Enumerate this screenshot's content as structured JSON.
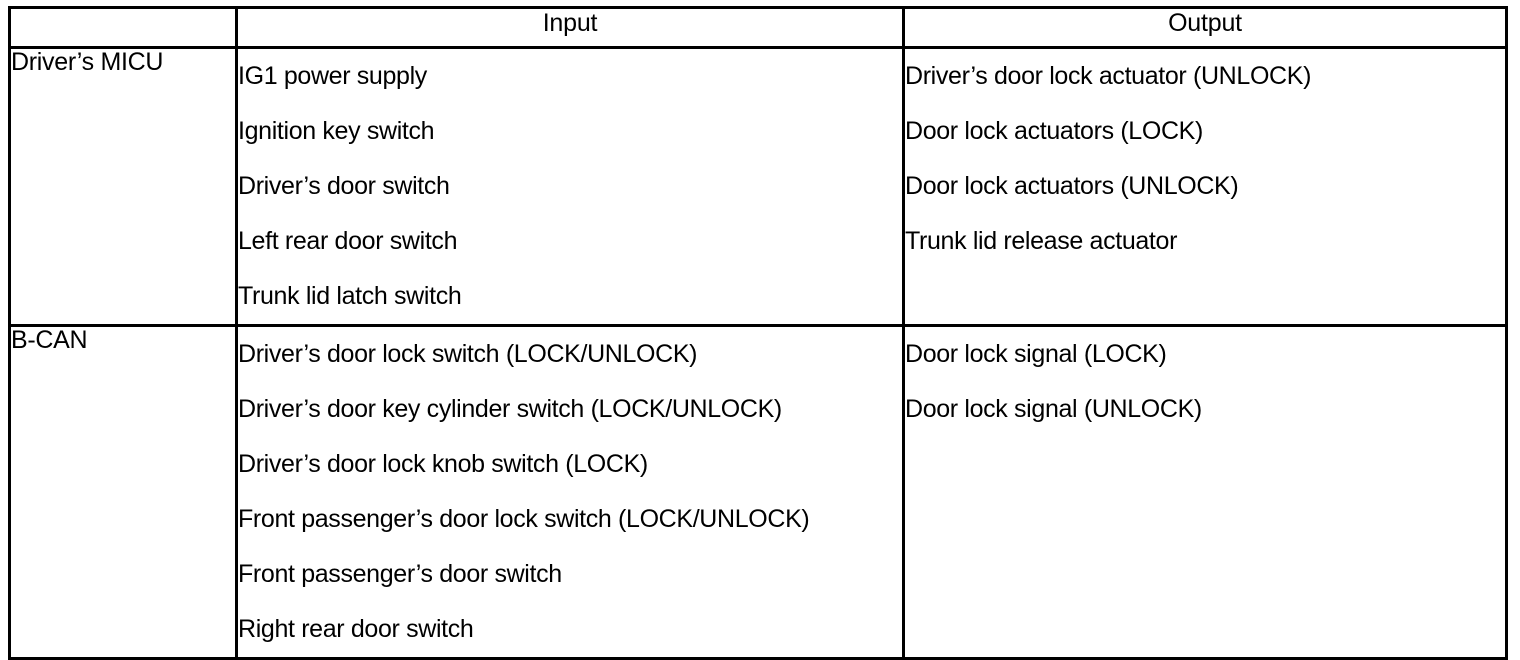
{
  "table": {
    "headers": {
      "unit": "",
      "input": "Input",
      "output": "Output"
    },
    "rows": [
      {
        "unit": "Driver’s MICU",
        "inputs": [
          "IG1 power supply",
          "Ignition key switch",
          "Driver’s door switch",
          "Left rear door switch",
          "Trunk lid latch switch"
        ],
        "outputs": [
          "Driver’s door lock actuator (UNLOCK)",
          "Door lock actuators (LOCK)",
          "Door lock actuators (UNLOCK)",
          "Trunk lid release actuator"
        ]
      },
      {
        "unit": "B-CAN",
        "inputs": [
          "Driver’s door lock switch (LOCK/UNLOCK)",
          "Driver’s door key cylinder switch (LOCK/UNLOCK)",
          "Driver’s door lock knob switch (LOCK)",
          "Front passenger’s door lock switch (LOCK/UNLOCK)",
          "Front passenger’s door switch",
          "Right rear door switch"
        ],
        "outputs": [
          "Door lock signal (LOCK)",
          "Door lock signal (UNLOCK)"
        ]
      }
    ]
  }
}
